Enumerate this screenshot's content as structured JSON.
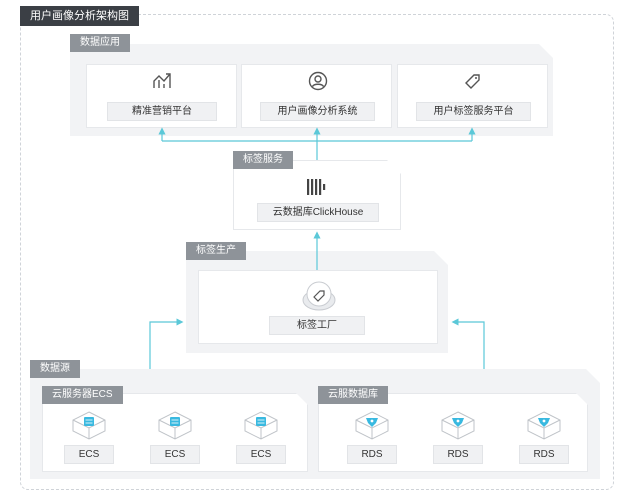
{
  "title": "用户画像分析架构图",
  "data_app": {
    "tag": "数据应用",
    "cards": [
      {
        "label": "精准营销平台",
        "icon": "line-chart-icon"
      },
      {
        "label": "用户画像分析系统",
        "icon": "user-profile-icon"
      },
      {
        "label": "用户标签服务平台",
        "icon": "tag-icon"
      }
    ]
  },
  "tag_service": {
    "tag": "标签服务",
    "label": "云数据库ClickHouse",
    "icon": "clickhouse-icon"
  },
  "tag_production": {
    "tag": "标签生产",
    "label": "标签工厂",
    "icon": "tag-factory-icon"
  },
  "data_source": {
    "tag": "数据源",
    "ecs_group": {
      "tag": "云服务器ECS",
      "items": [
        "ECS",
        "ECS",
        "ECS"
      ],
      "icon": "server-cube-icon",
      "color": "#39b9e0"
    },
    "rds_group": {
      "tag": "云服数据库",
      "items": [
        "RDS",
        "RDS",
        "RDS"
      ],
      "icon": "database-cube-icon",
      "color": "#39b9e0"
    }
  },
  "colors": {
    "connector": "#5bc8d8",
    "title_bg": "#3b3f45",
    "tag_bg": "#8e9399",
    "layer_bg": "#f2f3f5"
  }
}
